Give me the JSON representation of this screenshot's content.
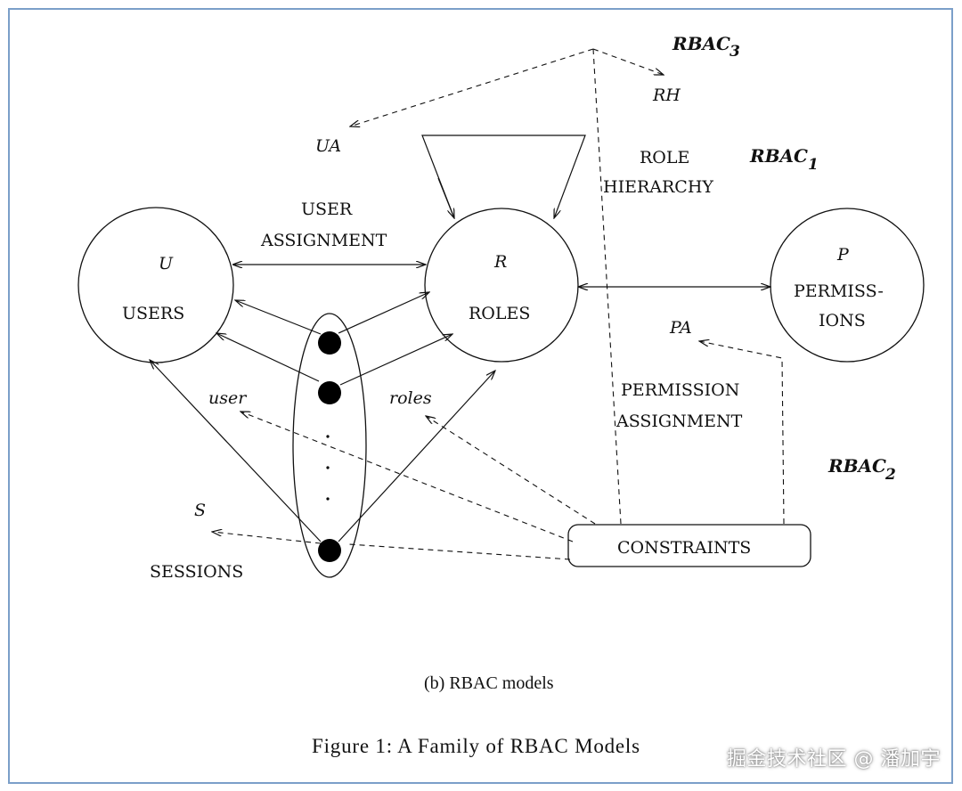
{
  "labels": {
    "rbac3": "RBAC",
    "rbac3_sub": "3",
    "rbac1": "RBAC",
    "rbac1_sub": "1",
    "rbac2": "RBAC",
    "rbac2_sub": "2",
    "ua": "UA",
    "rh": "RH",
    "pa": "PA",
    "role_hierarchy_1": "ROLE",
    "role_hierarchy_2": "HIERARCHY",
    "user_assignment_1": "USER",
    "user_assignment_2": "ASSIGNMENT",
    "users_symbol": "U",
    "users": "USERS",
    "roles_symbol": "R",
    "roles": "ROLES",
    "perms_symbol": "P",
    "perms_1": "PERMISS-",
    "perms_2": "IONS",
    "permission_assignment_1": "PERMISSION",
    "permission_assignment_2": "ASSIGNMENT",
    "user_fn": "user",
    "roles_fn": "roles",
    "sessions_symbol": "S",
    "sessions": "SESSIONS",
    "constraints": "CONSTRAINTS",
    "subcaption": "(b) RBAC models",
    "caption": "Figure 1:  A Family of RBAC Models"
  },
  "watermark": "掘金技术社区 @ 潘加宇"
}
